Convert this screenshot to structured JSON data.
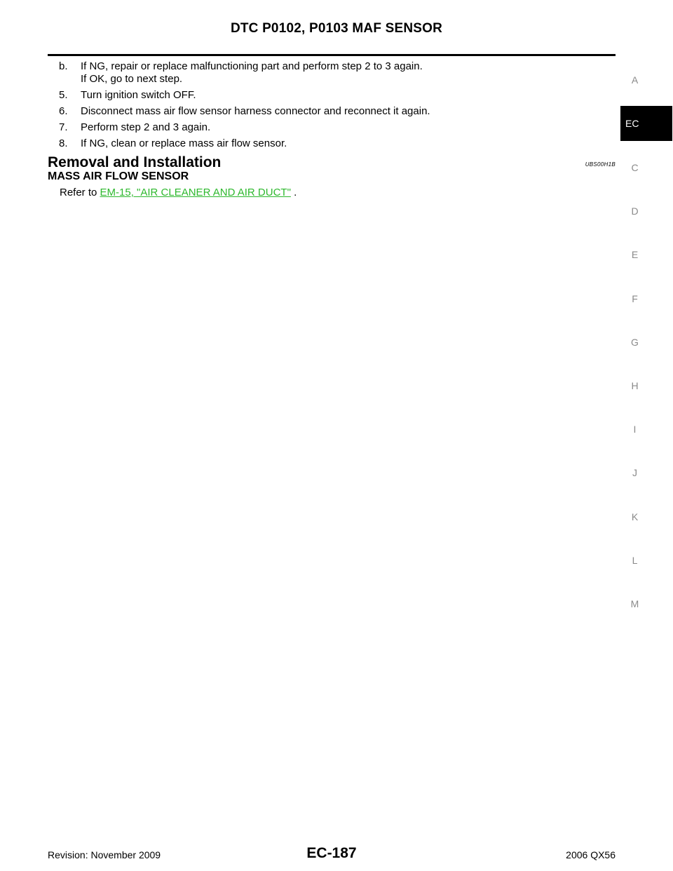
{
  "header": {
    "title": "DTC P0102, P0103 MAF SENSOR"
  },
  "steps": [
    {
      "num": "b.",
      "lines": [
        "If NG, repair or replace malfunctioning part and perform step 2 to 3 again.",
        "If OK, go to next step."
      ]
    },
    {
      "num": "5.",
      "lines": [
        "Turn ignition switch OFF."
      ]
    },
    {
      "num": "6.",
      "lines": [
        "Disconnect mass air flow sensor harness connector and reconnect it again."
      ]
    },
    {
      "num": "7.",
      "lines": [
        "Perform step 2 and 3 again."
      ]
    },
    {
      "num": "8.",
      "lines": [
        "If NG, clean or replace mass air flow sensor."
      ]
    }
  ],
  "section": {
    "title": "Removal and Installation",
    "code": "UBS00H1B",
    "subheading": "MASS AIR FLOW SENSOR",
    "refer_prefix": "Refer to ",
    "refer_link": "EM-15, \"AIR CLEANER AND AIR DUCT\"",
    "refer_suffix": " ."
  },
  "side_index": [
    {
      "label": "A",
      "active": false
    },
    {
      "label": "EC",
      "active": true
    },
    {
      "label": "C",
      "active": false
    },
    {
      "label": "D",
      "active": false
    },
    {
      "label": "E",
      "active": false
    },
    {
      "label": "F",
      "active": false
    },
    {
      "label": "G",
      "active": false
    },
    {
      "label": "H",
      "active": false
    },
    {
      "label": "I",
      "active": false
    },
    {
      "label": "J",
      "active": false
    },
    {
      "label": "K",
      "active": false
    },
    {
      "label": "L",
      "active": false
    },
    {
      "label": "M",
      "active": false
    }
  ],
  "footer": {
    "revision": "Revision: November 2009",
    "page": "EC-187",
    "model": "2006 QX56"
  },
  "colors": {
    "link": "#2db82d",
    "index_inactive": "#8a8a8a",
    "index_active_bg": "#000000"
  }
}
